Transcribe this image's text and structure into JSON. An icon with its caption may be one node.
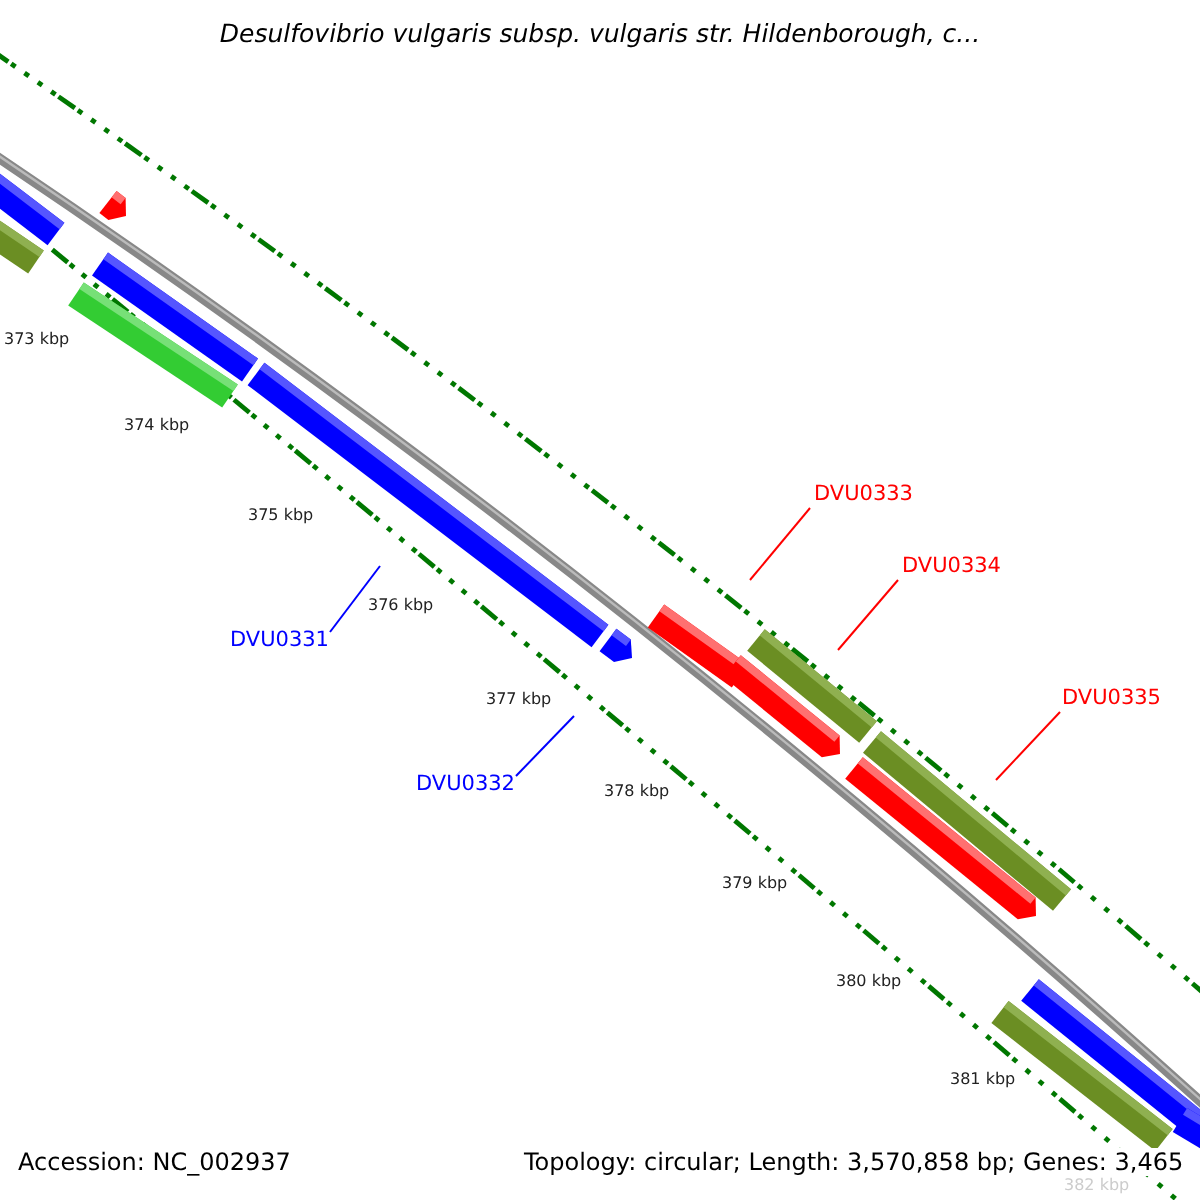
{
  "diagram": {
    "title": "Desulfovibrio vulgaris subsp. vulgaris str. Hildenborough, c...",
    "nodes": [
      {
        "text": [
          "DVU0331"
        ]
      },
      {
        "text": [
          "DVU0332"
        ]
      },
      {
        "text": [
          "DVU0333"
        ]
      },
      {
        "text": [
          "DVU0334"
        ]
      },
      {
        "text": [
          "DVU0335"
        ]
      }
    ],
    "edges": [
      {
        "from": 0,
        "to": null,
        "arrow": "none",
        "color": "#0000ff"
      },
      {
        "from": 1,
        "to": null,
        "arrow": "none",
        "color": "#0000ff"
      },
      {
        "from": 2,
        "to": null,
        "arrow": "none"
      },
      {
        "from": 3,
        "to": null,
        "arrow": "none"
      },
      {
        "from": 4,
        "to": null,
        "arrow": "none"
      }
    ],
    "labels": [
      "373 kbp",
      "374 kbp",
      "375 kbp",
      "376 kbp",
      "377 kbp",
      "378 kbp",
      "379 kbp",
      "380 kbp",
      "381 kbp",
      "382 kbp",
      "Accession: NC_002937",
      "Topology: circular; Length: 3,570,858 bp; Genes: 3,465"
    ]
  }
}
